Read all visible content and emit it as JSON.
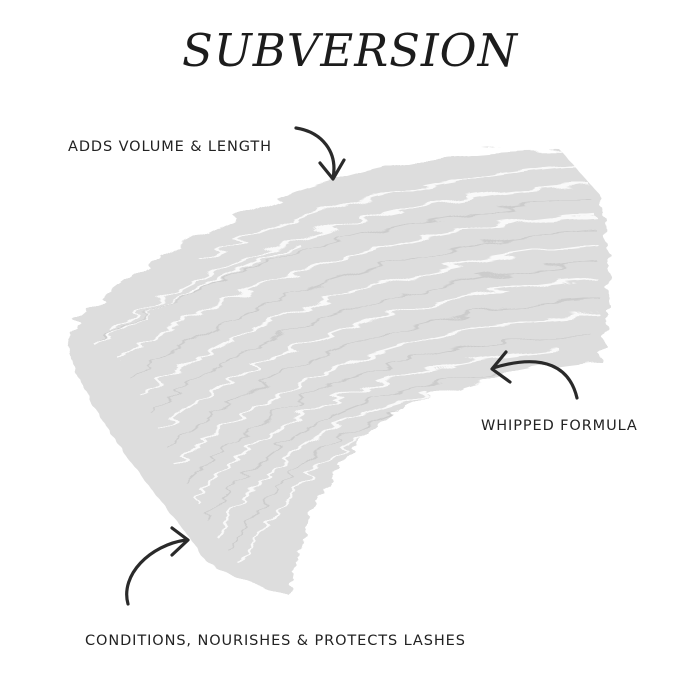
{
  "product": {
    "title": "SUBVERSION"
  },
  "swatch": {
    "color": "#dddddd"
  },
  "callouts": [
    {
      "label": "ADDS VOLUME & LENGTH"
    },
    {
      "label": "WHIPPED FORMULA"
    },
    {
      "label": "CONDITIONS, NOURISHES & PROTECTS LASHES"
    }
  ],
  "arrow_color": "#2a2a2a"
}
